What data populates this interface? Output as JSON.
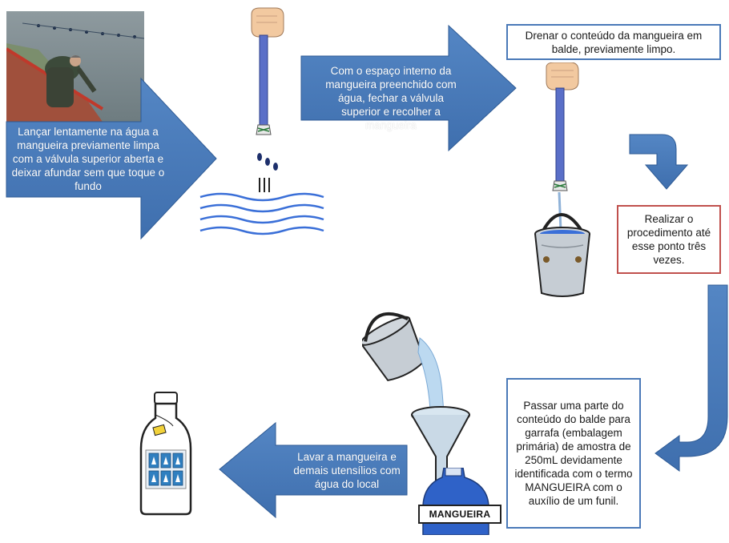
{
  "colors": {
    "arrow_fill": "#4a79b8",
    "arrow_edge": "#2e5a94",
    "box_border_blue": "#4a79b8",
    "box_border_red": "#c0504d",
    "water": "#3a6fd8"
  },
  "steps": {
    "step1": "Lançar lentamente na água a mangueira previamente limpa com a válvula superior aberta e deixar afundar sem que toque o fundo",
    "step2": "Com o espaço interno da mangueira preenchido com água, fechar a válvula superior e recolher a mangueira",
    "step3": "Drenar o conteúdo da mangueira em balde, previamente limpo.",
    "step4": "Realizar o procedimento até esse ponto três vezes.",
    "step5": "Passar uma parte do conteúdo do balde para garrafa (embalagem primária) de amostra de 250mL devidamente identificada com o termo MANGUEIRA com o auxílio de um funil.",
    "step6": "Lavar a mangueira e demais utensílios com água do local"
  },
  "bottle_label": "MANGUEIRA",
  "icons": [
    "photo-fisherman",
    "hand-holding-hose-icon",
    "water-drops-icon",
    "water-waves-icon",
    "bucket-icon",
    "pouring-bucket-icon",
    "funnel-icon",
    "sample-bottle-icon"
  ]
}
